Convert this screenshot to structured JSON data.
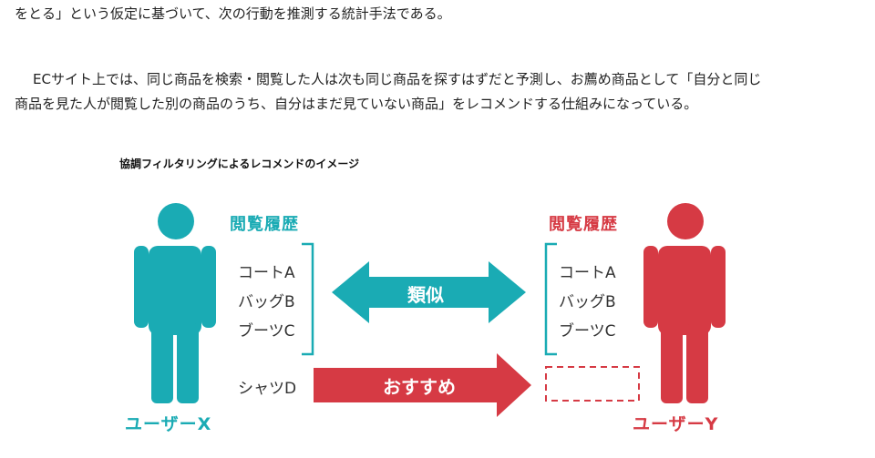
{
  "paragraphs": {
    "p1": "をとる」という仮定に基づいて、次の行動を推測する統計手法である。",
    "p2_line1": "ECサイト上では、同じ商品を検索・閲覧した人は次も同じ商品を探すはずだと予測し、お薦め商品として「自分と同じ",
    "p2_line2": "商品を見た人が閲覧した別の商品のうち、自分はまだ見ていない商品」をレコメンドする仕組みになっている。"
  },
  "figure": {
    "title": "協調フィルタリングによるレコメンドのイメージ",
    "user_x": {
      "history_title": "閲覧履歴",
      "items": [
        "コートA",
        "バッグB",
        "ブーツC"
      ],
      "extra_item": "シャツD",
      "label": "ユーザーX"
    },
    "user_y": {
      "history_title": "閲覧履歴",
      "items": [
        "コートA",
        "バッグB",
        "ブーツC"
      ],
      "label": "ユーザーY"
    },
    "similar_label": "類似",
    "recommend_label": "おすすめ"
  },
  "colors": {
    "teal": "#1aabb4",
    "red": "#d63a44",
    "text": "#222222"
  }
}
